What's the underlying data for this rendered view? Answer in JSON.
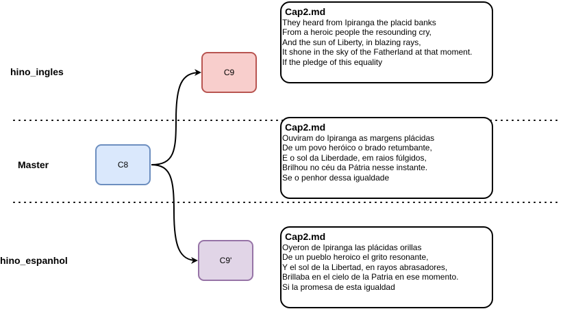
{
  "lanes": {
    "top": "hino_ingles",
    "middle": "Master",
    "bottom": "hino_espanhol"
  },
  "commits": {
    "c8": {
      "label": "C8",
      "fill": "#dae8fc",
      "stroke": "#6c8ebf"
    },
    "c9": {
      "label": "C9",
      "fill": "#f8cecc",
      "stroke": "#b85450"
    },
    "c9p": {
      "label": "C9'",
      "fill": "#e1d5e7",
      "stroke": "#9673a6"
    }
  },
  "notes": [
    {
      "title": "Cap2.md",
      "lines": [
        "They heard from Ipiranga the placid banks",
        "From a heroic people the resounding cry,",
        "And the sun of Liberty, in blazing rays,",
        "It shone in the sky of the Fatherland at that moment.",
        "If the pledge of this equality"
      ]
    },
    {
      "title": "Cap2.md",
      "lines": [
        "Ouviram do Ipiranga as margens plácidas",
        "De um povo heróico o brado retumbante,",
        "E o sol da Liberdade, em raios fúlgidos,",
        "Brilhou no céu da Pátria nesse instante.",
        "Se o penhor dessa igualdade"
      ]
    },
    {
      "title": "Cap2.md",
      "lines": [
        "Oyeron de Ipiranga las plácidas orillas",
        "De un pueblo heroico el grito resonante,",
        "Y el sol de la Libertad, en rayos abrasadores,",
        "Brillaba en el cielo de la Patria en ese momento.",
        "Si la promesa de esta igualdad"
      ]
    }
  ]
}
